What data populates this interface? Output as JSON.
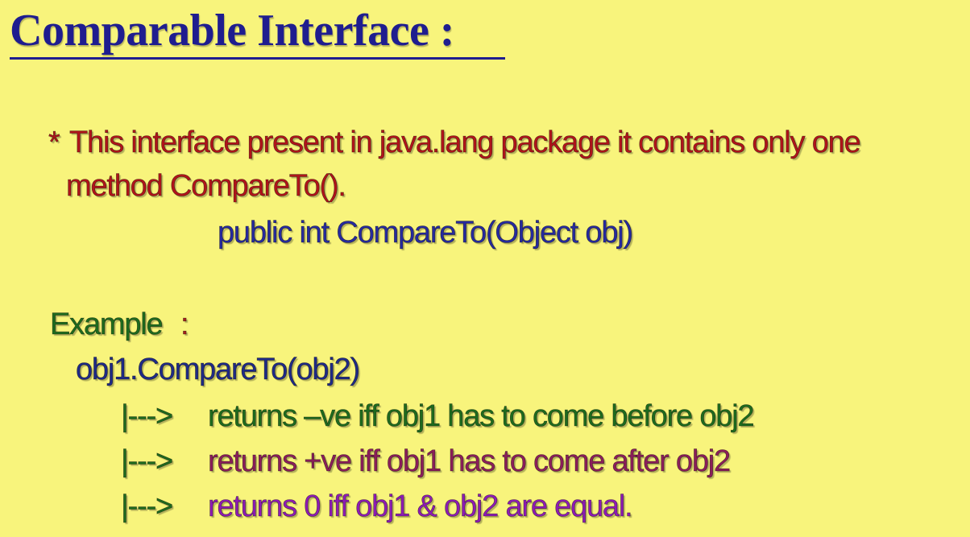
{
  "slide": {
    "title": "Comparable Interface :",
    "bullet": {
      "marker": "*",
      "line1": "This interface present in java.lang package it contains only one",
      "line2": "method CompareTo().",
      "signature": "public int  CompareTo(Object obj)"
    },
    "example": {
      "label": "Example",
      "colon": ":",
      "call": "obj1.CompareTo(obj2)",
      "results": [
        {
          "arrow": "|--->",
          "text": "returns –ve iff obj1 has to come before obj2"
        },
        {
          "arrow": "|--->",
          "text": "returns +ve iff obj1 has to come after obj2"
        },
        {
          "arrow": "|--->",
          "text": "returns 0 iff obj1 & obj2 are equal."
        }
      ]
    }
  },
  "colors": {
    "background": "#f8f47c",
    "title": "#1f1d8f",
    "bullet_text": "#b0141a",
    "signature": "#262a9e",
    "example_label": "#1e6b1e",
    "result_negative": "#1e6b1e",
    "result_positive": "#8b1e5a",
    "result_zero": "#8e1bb4"
  }
}
